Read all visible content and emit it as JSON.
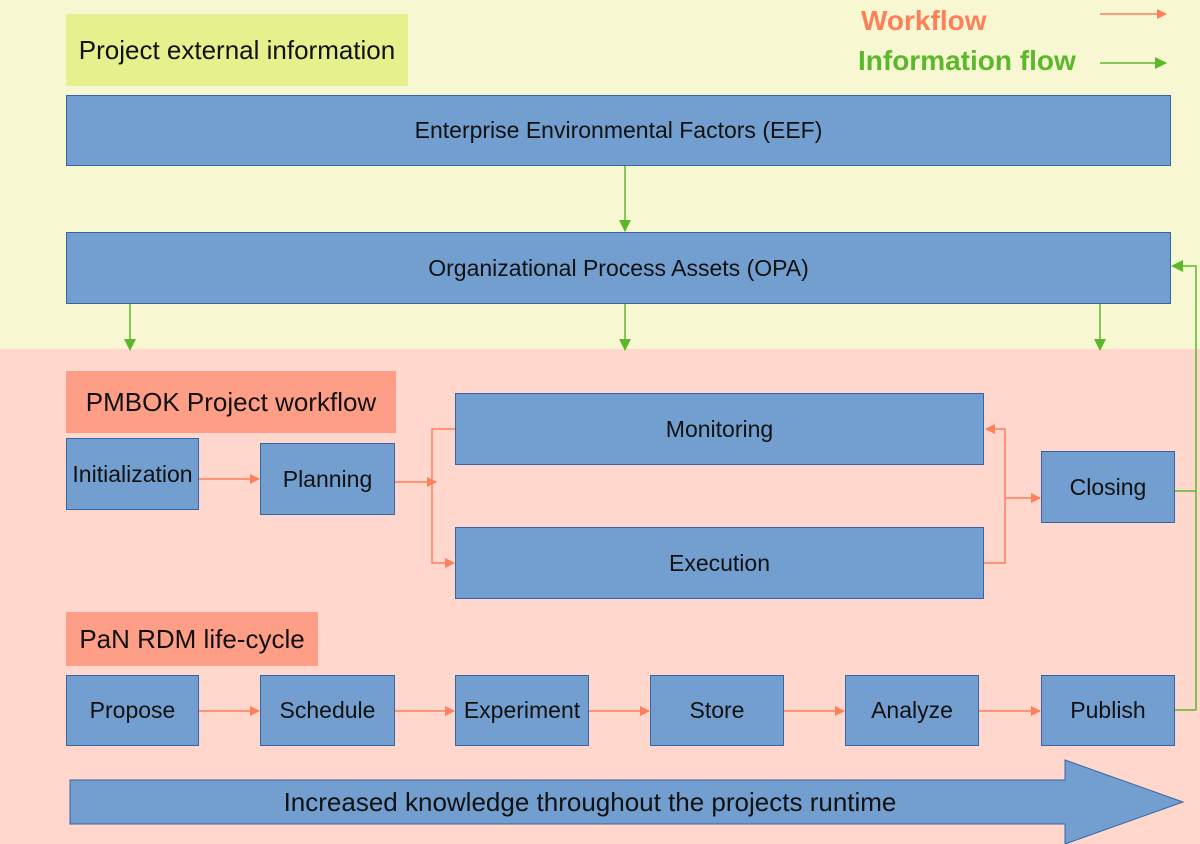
{
  "colors": {
    "external_band": "#f7f8d2",
    "project_band": "#ffd7cc",
    "box_fill": "#729fcf",
    "box_border": "#3465a4",
    "workflow_arrow": "#ff7f5a",
    "information_arrow": "#5cb82b",
    "external_label_bg": "#e6f08c",
    "project_label_bg": "#ff9e87"
  },
  "legend": {
    "workflow": "Workflow",
    "information_flow": "Information flow"
  },
  "sections": {
    "external": "Project external information",
    "pmbok": "PMBOK Project workflow",
    "rdm": "PaN RDM life-cycle"
  },
  "nodes": {
    "eef": "Enterprise Environmental Factors (EEF)",
    "opa": "Organizational Process Assets (OPA)",
    "initialization": "Initialization",
    "planning": "Planning",
    "monitoring": "Monitoring",
    "execution": "Execution",
    "closing": "Closing",
    "propose": "Propose",
    "schedule": "Schedule",
    "experiment": "Experiment",
    "store": "Store",
    "analyze": "Analyze",
    "publish": "Publish"
  },
  "footer": {
    "knowledge_arrow": "Increased knowledge throughout the projects runtime"
  }
}
